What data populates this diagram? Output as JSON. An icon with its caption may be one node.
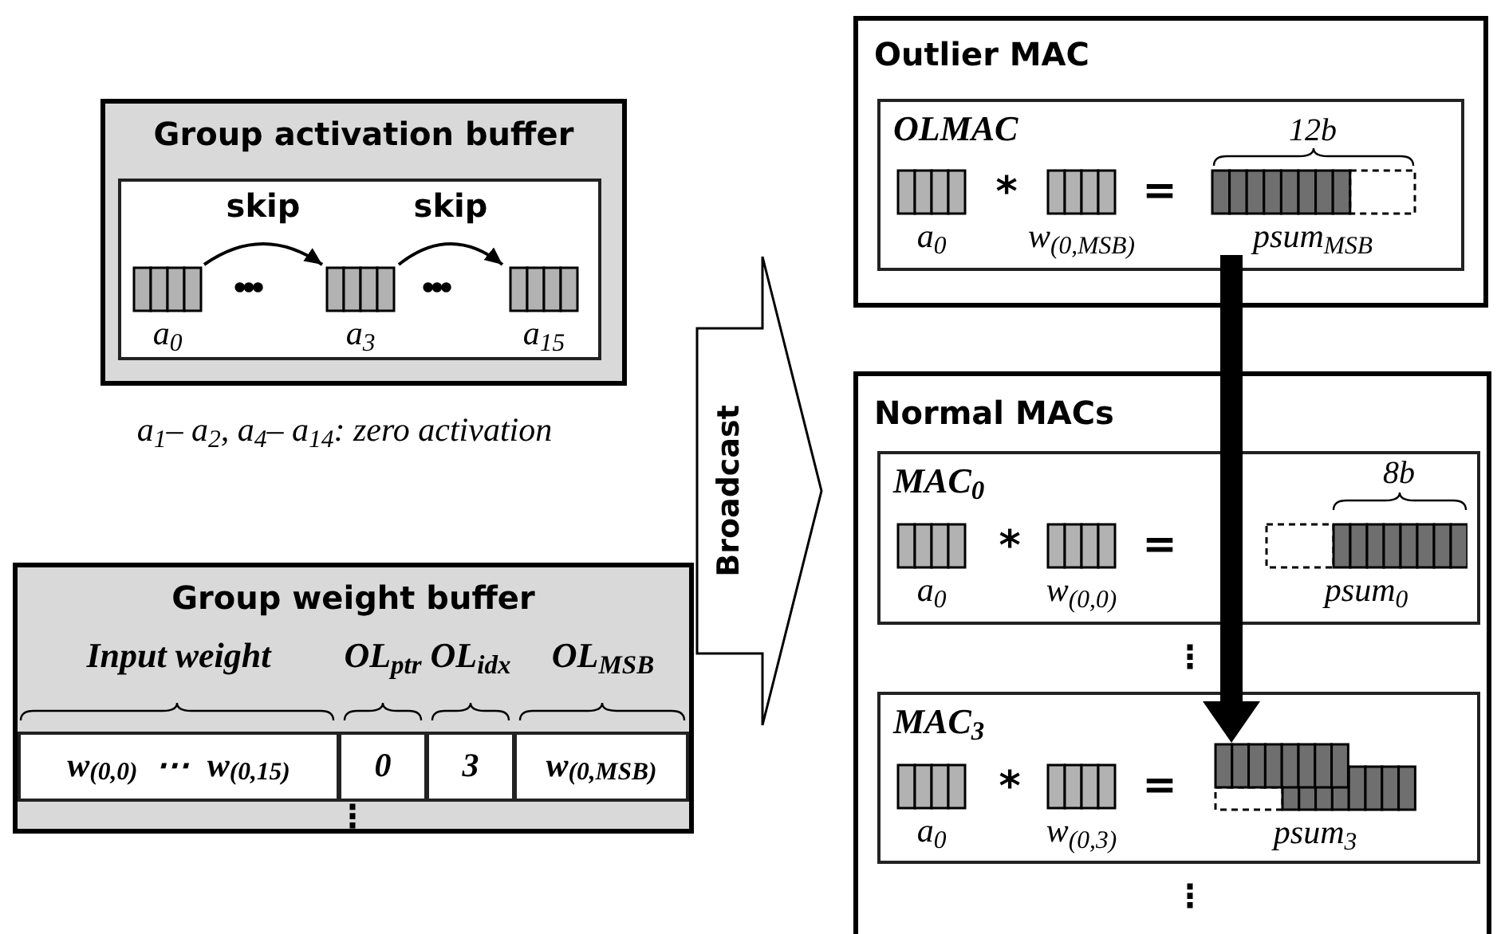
{
  "diagram": {
    "nodes": [
      {
        "text": [
          "Group activation buffer"
        ]
      },
      {
        "text": [],
        "shape": "box",
        "in": 0
      },
      {
        "text": [],
        "shape": "bar",
        "in": 1,
        "beside": [
          "a$_{0}$"
        ]
      },
      {
        "text": [],
        "shape": "bar",
        "in": 1,
        "beside": [
          "a$_{3}$"
        ]
      },
      {
        "text": [],
        "shape": "bar",
        "in": 1,
        "beside": [
          "a$_{15}$"
        ]
      },
      {
        "text": [
          "Group weight buffer"
        ]
      },
      {
        "text": [
          "Broadcast"
        ]
      },
      {
        "text": [
          "Outlier MAC"
        ]
      },
      {
        "text": [
          "OLMAC"
        ],
        "in": 7
      },
      {
        "text": [],
        "shape": "bar",
        "in": 8,
        "beside": [
          "a$_{0}$"
        ]
      },
      {
        "text": [],
        "shape": "bar",
        "in": 8,
        "beside": [
          "w$_{(0,MSB)}$"
        ]
      },
      {
        "text": [],
        "shape": "bar",
        "in": 8,
        "beside": [
          "psum$_{MSB}$"
        ]
      },
      {
        "text": [
          "Normal MACs"
        ]
      },
      {
        "text": [
          "MAC$_{0}$"
        ],
        "in": 12
      },
      {
        "text": [],
        "shape": "bar",
        "in": 13,
        "beside": [
          "a$_{0}$"
        ]
      },
      {
        "text": [],
        "shape": "bar",
        "in": 13,
        "beside": [
          "w$_{(0,0)}$"
        ]
      },
      {
        "text": [],
        "shape": "bar",
        "in": 13,
        "beside": [
          "psum$_{0}$"
        ]
      },
      {
        "text": [
          "MAC$_{3}$"
        ],
        "in": 12
      },
      {
        "text": [],
        "shape": "bar",
        "in": 17,
        "beside": [
          "a$_{0}$"
        ]
      },
      {
        "text": [],
        "shape": "bar",
        "in": 17,
        "beside": [
          "w$_{(0,3)}$"
        ]
      },
      {
        "text": [],
        "shape": "bar",
        "in": 17,
        "beside": [
          "psum$_{3}$"
        ]
      }
    ],
    "edges": [
      {
        "from": 2,
        "to": 3,
        "arrow": "to",
        "label": "skip"
      },
      {
        "from": 3,
        "to": 4,
        "arrow": "to",
        "label": "skip"
      },
      {
        "from": 11,
        "to": 20,
        "arrow": "to",
        "style": "thick"
      }
    ],
    "labels": [
      "•••",
      "•••",
      "a$_{1}$– a$_{2}$, a$_{4}$– a$_{14}$: zero activation",
      "Input weight",
      "OL$_{ptr}$",
      "OL$_{idx}$",
      "OL$_{MSB}$",
      "w$_{(0,0)}$ ⋯ w$_{(0,15)}$",
      "0",
      "3",
      "w$_{(0,MSB)}$",
      "⋮",
      "*",
      "=",
      "12b",
      "*",
      "=",
      "8b",
      "⋮",
      "*",
      "=",
      "⋮"
    ]
  }
}
